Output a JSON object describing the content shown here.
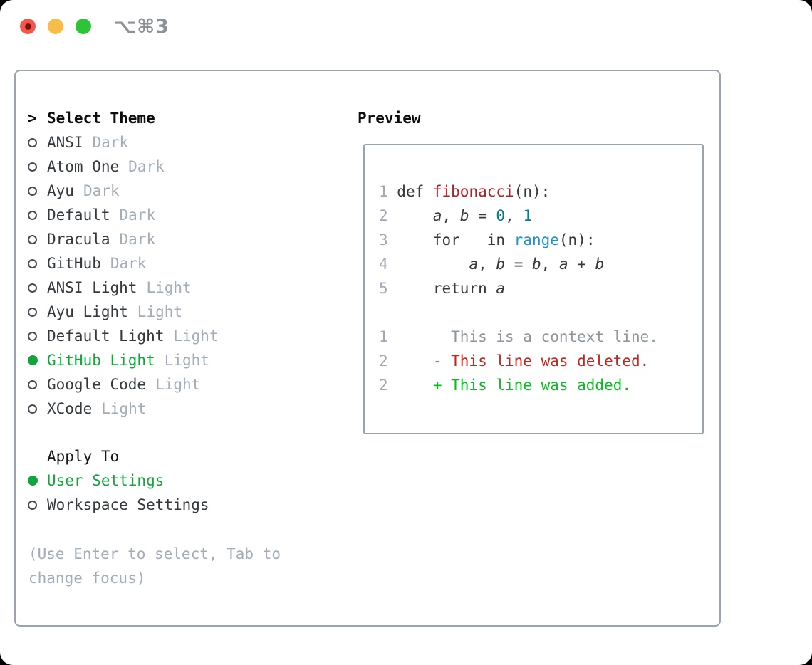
{
  "titlebar": {
    "shortcut": "⌥⌘3"
  },
  "panel": {
    "select_prefix": ">",
    "select_title": "Select Theme",
    "themes": [
      {
        "name": "ANSI",
        "tag": "Dark",
        "selected": false
      },
      {
        "name": "Atom One",
        "tag": "Dark",
        "selected": false
      },
      {
        "name": "Ayu",
        "tag": "Dark",
        "selected": false
      },
      {
        "name": "Default",
        "tag": "Dark",
        "selected": false
      },
      {
        "name": "Dracula",
        "tag": "Dark",
        "selected": false
      },
      {
        "name": "GitHub",
        "tag": "Dark",
        "selected": false
      },
      {
        "name": "ANSI Light",
        "tag": "Light",
        "selected": false
      },
      {
        "name": "Ayu Light",
        "tag": "Light",
        "selected": false
      },
      {
        "name": "Default Light",
        "tag": "Light",
        "selected": false
      },
      {
        "name": "GitHub Light",
        "tag": "Light",
        "selected": true
      },
      {
        "name": "Google Code",
        "tag": "Light",
        "selected": false
      },
      {
        "name": "XCode",
        "tag": "Light",
        "selected": false
      }
    ],
    "apply_title": "Apply To",
    "apply_options": [
      {
        "name": "User Settings",
        "selected": true
      },
      {
        "name": "Workspace Settings",
        "selected": false
      }
    ],
    "hint": "(Use Enter to select, Tab to change focus)"
  },
  "preview": {
    "title": "Preview",
    "lines": [
      {
        "segs": [
          [
            "1 ",
            "ln"
          ],
          [
            "def ",
            "plain"
          ],
          [
            "fibonacci",
            "func"
          ],
          [
            "(n):",
            "plain"
          ]
        ]
      },
      {
        "segs": [
          [
            "2 ",
            "ln"
          ],
          [
            "    ",
            "plain"
          ],
          [
            "a",
            "var"
          ],
          [
            ", ",
            "plain"
          ],
          [
            "b",
            "var"
          ],
          [
            " = ",
            "plain"
          ],
          [
            "0",
            "num"
          ],
          [
            ", ",
            "plain"
          ],
          [
            "1",
            "num"
          ]
        ]
      },
      {
        "segs": [
          [
            "3 ",
            "ln"
          ],
          [
            "    for _ in ",
            "plain"
          ],
          [
            "range",
            "builtin"
          ],
          [
            "(n):",
            "plain"
          ]
        ]
      },
      {
        "segs": [
          [
            "4 ",
            "ln"
          ],
          [
            "        ",
            "plain"
          ],
          [
            "a",
            "var"
          ],
          [
            ", ",
            "plain"
          ],
          [
            "b",
            "var"
          ],
          [
            " = ",
            "plain"
          ],
          [
            "b",
            "var"
          ],
          [
            ", ",
            "plain"
          ],
          [
            "a",
            "var"
          ],
          [
            " + ",
            "plain"
          ],
          [
            "b",
            "var"
          ]
        ]
      },
      {
        "segs": [
          [
            "5 ",
            "ln"
          ],
          [
            "    return ",
            "plain"
          ],
          [
            "a",
            "var"
          ]
        ]
      },
      {
        "segs": []
      },
      {
        "segs": [
          [
            "1       ",
            "ln"
          ],
          [
            "This is a context line.",
            "ctx"
          ]
        ]
      },
      {
        "segs": [
          [
            "2     ",
            "ln"
          ],
          [
            "- This line was deleted.",
            "del"
          ]
        ]
      },
      {
        "segs": [
          [
            "2     ",
            "ln"
          ],
          [
            "+ This line was added.",
            "add"
          ]
        ]
      }
    ]
  },
  "colors": {
    "accent-green": "#13a53c",
    "add-green": "#0abc22",
    "del-red": "#c4261d",
    "func-red": "#ab2127",
    "num-teal": "#087d89",
    "builtin-blue": "#1b94cc",
    "text-dark": "#34393f",
    "muted": "#a3adb9",
    "lineno": "#9ea9b6",
    "context": "#8d959d",
    "border": "#9ba4ad",
    "traffic-red": "#f2574c",
    "traffic-red-dot": "#7c1107",
    "traffic-yellow": "#f7bd4b",
    "traffic-green": "#2ec438",
    "title-gray": "#8d9095"
  }
}
